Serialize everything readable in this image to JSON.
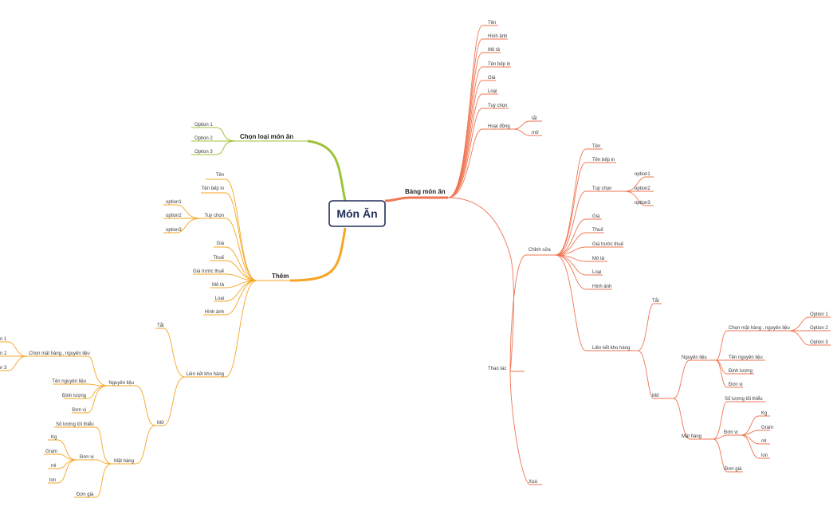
{
  "colors": {
    "green": "#9ec33a",
    "orange": "#f5a623",
    "coral": "#f07552",
    "root_border": "#1f2d5a"
  },
  "root": {
    "label": "Món Ăn"
  },
  "branches": {
    "chon_loai": {
      "label": "Chọn  loại món ăn",
      "options": [
        "Option 1",
        "Option 2",
        "Option 3"
      ]
    },
    "them": {
      "label": "Thêm",
      "items": {
        "ten": "Tên",
        "ten_bep_in": "Tên bếp in",
        "tuy_chon": "Tuỳ chọn",
        "tuy_chon_options": [
          "option1",
          "option2",
          "option3"
        ],
        "gia": "Giá",
        "thue": "Thuế",
        "gia_truoc_thue": "Giá trước thuế",
        "mo_ta": "Mô tả",
        "loai": "Loại",
        "hinh_anh": "Hình ảnh",
        "lien_ket_kho_hang": "Liên kết kho hàng"
      },
      "lien_ket": {
        "tat": "Tắt",
        "mo": "Mở",
        "nguyen_lieu": "Nguyên liệu",
        "chon_mat_hang": "Chọn mặt hàng , nguyên liệu",
        "chon_options": [
          "n 1",
          "n 2",
          "n 3"
        ],
        "ten_nguyen_lieu": "Tên nguyên liệu",
        "dinh_luong": "Định lượng",
        "don_vi": "Đơn vị",
        "mat_hang": "Mặt hàng",
        "so_luong_toi_thieu": "Số lượng tối thiểu",
        "don_vi_2": "Đơn vị",
        "units": [
          "Kg",
          "Gram",
          "ml",
          "lon"
        ],
        "don_gia": "Đơn giá"
      }
    },
    "bang_mon_an": {
      "label": "Bảng món ăn",
      "items": [
        "Tên",
        "Hình ảnh",
        "Mô tả",
        "Tên bếp in",
        "Giá",
        "Loại",
        "Tuỳ chọn"
      ],
      "hoat_dong": "Hoạt động",
      "hoat_dong_options": [
        "tắt",
        "mở"
      ],
      "thao_tac": "Thao tác",
      "chinh_sua": {
        "label": "Chỉnh sửa",
        "ten": "Tên",
        "ten_bep_in": "Tên bếp in",
        "tuy_chon": "Tuỳ chọn",
        "tuy_chon_options": [
          "option1",
          "option2",
          "option3"
        ],
        "gia": "Giá",
        "thue": "Thuế",
        "gia_truoc_thue": "Giá trước thuế",
        "mo_ta": "Mô tả",
        "loai": "Loại",
        "hinh_anh": "Hình ảnh",
        "lien_ket_kho_hang": "Liên kết kho hàng",
        "tat": "Tắt",
        "mo": "Mở",
        "nguyen_lieu": "Nguyên liệu",
        "chon_mat_hang": "Chọn mặt hàng , nguyên liệu",
        "chon_options": [
          "Option 1",
          "Option 2",
          "Option 3"
        ],
        "ten_nguyen_lieu": "Tên nguyên liệu",
        "dinh_luong": "Định lượng",
        "don_vi": "Đơn vị",
        "mat_hang": "Mặt hàng",
        "so_luong_toi_thieu": "Số lượng tối thiểu",
        "don_vi_2": "Đơn vị",
        "units": [
          "Kg",
          "Gram",
          "ml",
          "lon"
        ],
        "don_gia": "Đơn giá"
      },
      "xoa": "Xoá"
    }
  }
}
